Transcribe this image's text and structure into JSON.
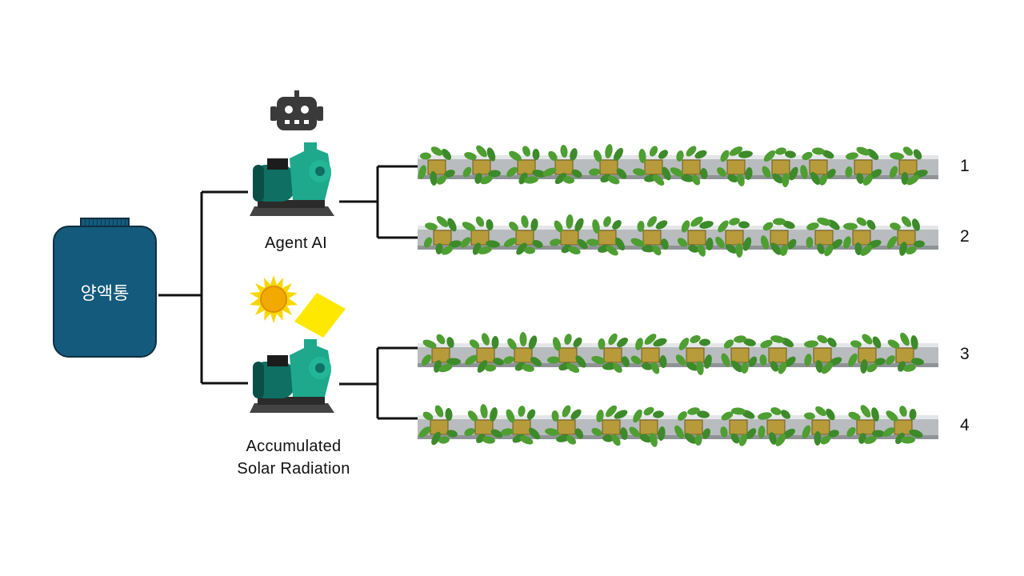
{
  "tank": {
    "label": "양액통",
    "color": "#145a7c"
  },
  "controllers": [
    {
      "label": "Agent AI",
      "icon": "robot-icon"
    },
    {
      "label_lines": [
        "Accumulated",
        "Solar Radiation"
      ],
      "icon": "sun-icon"
    }
  ],
  "rows": [
    {
      "number": "1"
    },
    {
      "number": "2"
    },
    {
      "number": "3"
    },
    {
      "number": "4"
    }
  ],
  "colors": {
    "pump": "#1ea88c",
    "motor": "#0f6f62",
    "leaf": "#3c8a2a",
    "sun": "#f7b500",
    "panel": "#ffe800",
    "line": "#111111"
  }
}
